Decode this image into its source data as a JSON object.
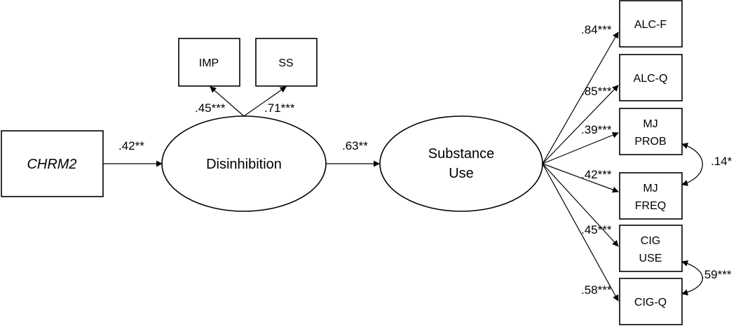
{
  "nodes": {
    "chrm2": "CHRM2",
    "disinhibition": "Disinhibition",
    "imp": "IMP",
    "ss": "SS",
    "substance_use_line1": "Substance",
    "substance_use_line2": "Use",
    "alc_f": "ALC-F",
    "alc_q": "ALC-Q",
    "mj_prob_line1": "MJ",
    "mj_prob_line2": "PROB",
    "mj_freq_line1": "MJ",
    "mj_freq_line2": "FREQ",
    "cig_use_line1": "CIG",
    "cig_use_line2": "USE",
    "cig_q": "CIG-Q"
  },
  "paths": {
    "chrm2_to_disinhibition": ".42**",
    "disinhibition_to_imp": ".45***",
    "disinhibition_to_ss": ".71***",
    "disinhibition_to_substance_use": ".63**",
    "substance_use_to_alc_f": ".84***",
    "substance_use_to_alc_q": ".85***",
    "substance_use_to_mj_prob": ".39***",
    "substance_use_to_mj_freq": ".42***",
    "substance_use_to_cig_use": ".45***",
    "substance_use_to_cig_q": ".58***",
    "mj_prob_with_mj_freq": ".14*",
    "cig_use_with_cig_q": ".59***"
  }
}
